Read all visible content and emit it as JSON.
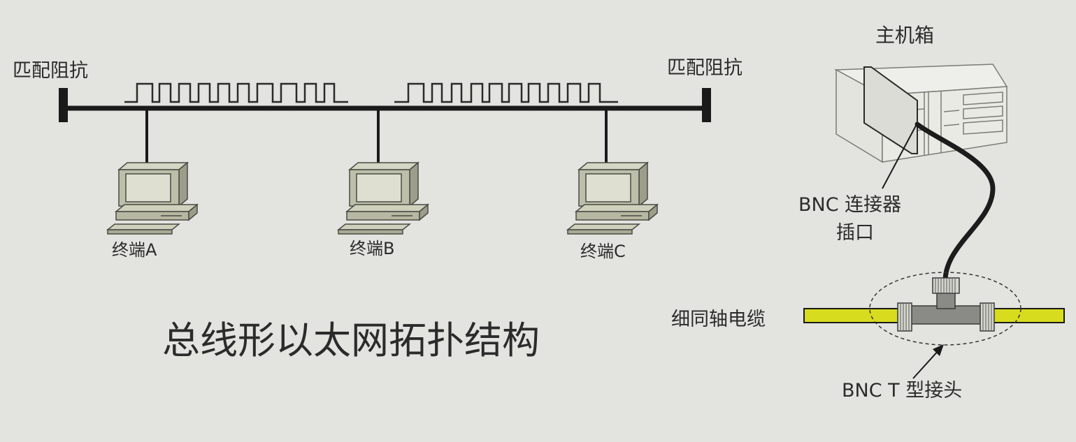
{
  "title": "总线形以太网拓扑结构",
  "bus": {
    "terminator_left_label": "匹配阻抗",
    "terminator_right_label": "匹配阻抗"
  },
  "terminals": [
    {
      "label": "终端A"
    },
    {
      "label": "终端B"
    },
    {
      "label": "终端C"
    }
  ],
  "hardware": {
    "host_label": "主机箱",
    "bnc_port_label_line1": "BNC 连接器",
    "bnc_port_label_line2": "插口",
    "cable_label": "细同轴电缆",
    "t_connector_label": "BNC T 型接头"
  },
  "colors": {
    "background": "#e3e3df",
    "bus_line": "#1a1a1a",
    "coax_cable": "#d8dc1e",
    "t_connector": "#8a8a86",
    "monitor_body": "#b9bba6"
  },
  "icons": [
    "computer-terminal-icon",
    "host-chassis-icon",
    "bnc-t-connector-icon",
    "terminator-icon"
  ]
}
